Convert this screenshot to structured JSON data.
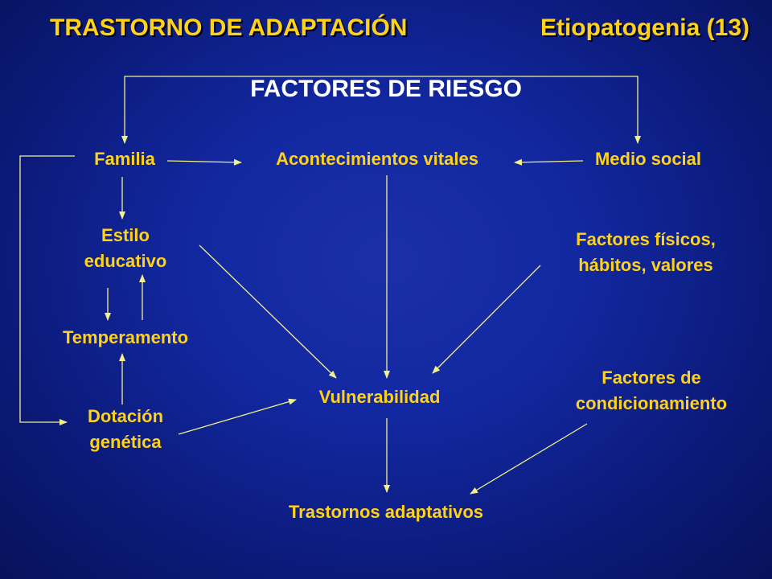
{
  "slide": {
    "title_left": "TRASTORNO DE ADAPTACIÓN",
    "title_right": "Etiopatogenia (13)",
    "heading": "FACTORES DE RIESGO"
  },
  "nodes": {
    "familia": "Familia",
    "acontecimientos": "Acontecimientos vitales",
    "medio_social": "Medio social",
    "estilo_1": "Estilo",
    "estilo_2": "educativo",
    "factores_fisicos_1": "Factores físicos,",
    "factores_fisicos_2": "hábitos, valores",
    "temperamento": "Temperamento",
    "vulnerabilidad": "Vulnerabilidad",
    "condicionamiento_1": "Factores de",
    "condicionamiento_2": "condicionamiento",
    "dotacion_1": "Dotación",
    "dotacion_2": "genética",
    "trastornos": "Trastornos adaptativos"
  },
  "colors": {
    "background": "#1228a0",
    "accent": "#ffd21a",
    "arrow": "#f2f08a",
    "heading": "#ffffff"
  }
}
